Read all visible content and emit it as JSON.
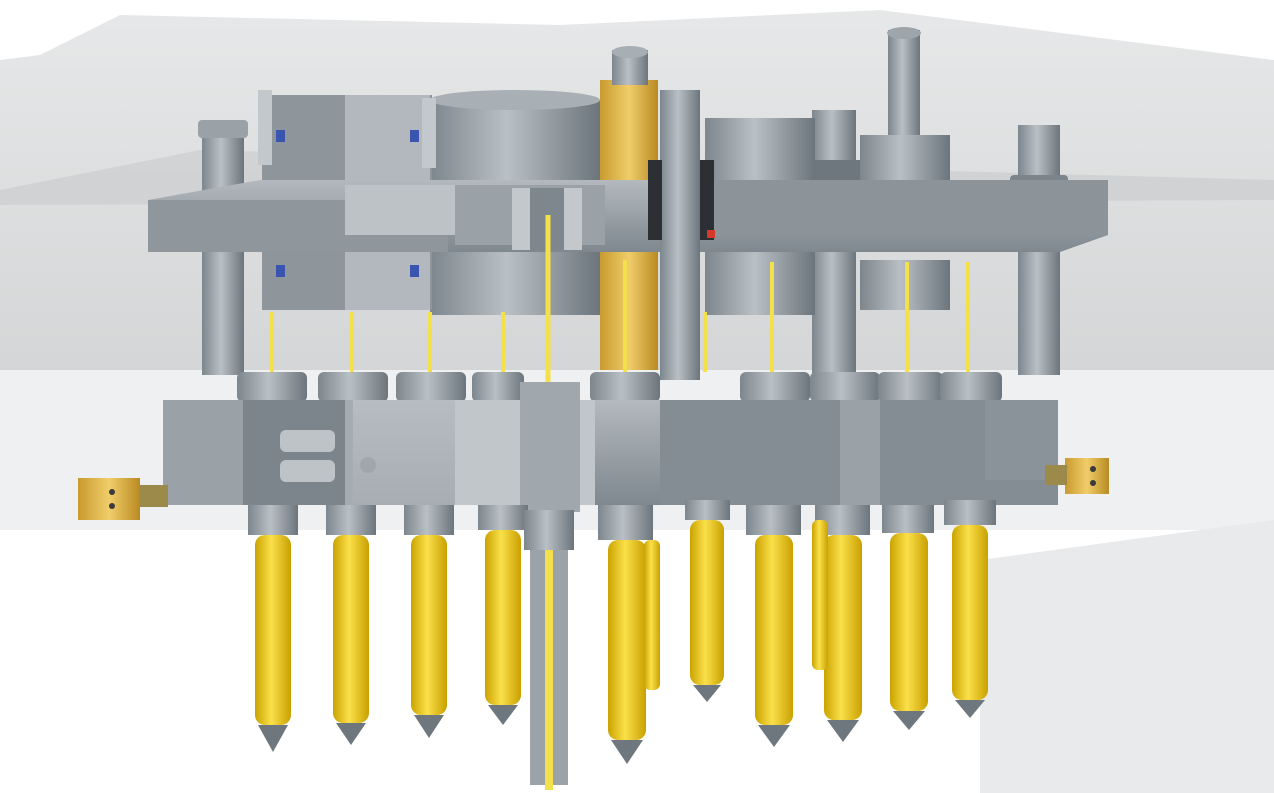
{
  "scene": {
    "subject": "hot-runner-manifold-cutaway",
    "colors": {
      "background": "#ffffff",
      "ghost_plate": "#d7d9da",
      "ghost_plate_edge": "#c4c6c8",
      "steel_light": "#a9b0b6",
      "steel_mid": "#8b939a",
      "steel_dark": "#5f676e",
      "nozzle_yellow": "#f2d21a",
      "nozzle_yellow_dark": "#c9a800",
      "melt_channel": "#f4e04a",
      "brass": "#e3b84a",
      "seal_blue": "#3a55b0",
      "indicator_red": "#d33a2a"
    },
    "counts": {
      "nozzles_visible": 11,
      "support_pillars": 4
    }
  }
}
